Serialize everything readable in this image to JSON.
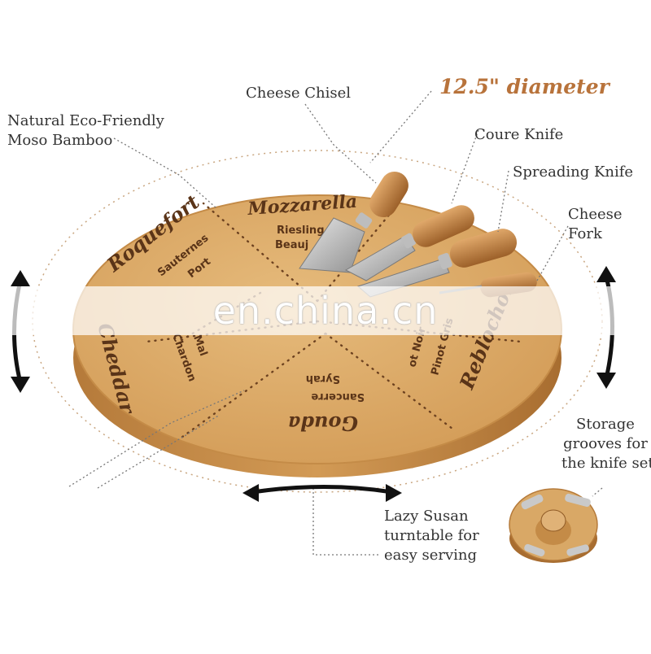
{
  "diameter": "12.5\" diameter",
  "callouts": {
    "cheese_chisel": "Cheese Chisel",
    "coure_knife": "Coure Knife",
    "spreading_knife": "Spreading Knife",
    "cheese_fork": [
      "Cheese",
      "Fork"
    ],
    "bamboo": [
      "Natural Eco-Friendly",
      "Moso Bamboo"
    ],
    "storage": [
      "Storage",
      "grooves for",
      "the knife set"
    ],
    "lazy_susan": [
      "Lazy Susan",
      "turntable for",
      "easy serving"
    ]
  },
  "board_text": {
    "roquefort": "Roquefort",
    "sauternes": "Sauternes",
    "port": "Port",
    "mozzarella": "Mozzarella",
    "riesling": "Riesling",
    "beaujolais": "Beauj",
    "cheddar": "Cheddar",
    "chardonnay": "Chardon",
    "malbec": "Mal",
    "gouda": "Gouda",
    "syrah": "Syrah",
    "sancerre": "Sancerre",
    "reblochon": "Reblochon",
    "pinot_gris": "Pinot Gris",
    "pinot_noir": "ot Noir"
  },
  "watermark": "en.china.cn",
  "colors": {
    "bamboo": "#d9a866",
    "bamboo_dark": "#b87f3f",
    "engraving": "#5a3418",
    "accent": "#b8733b"
  }
}
